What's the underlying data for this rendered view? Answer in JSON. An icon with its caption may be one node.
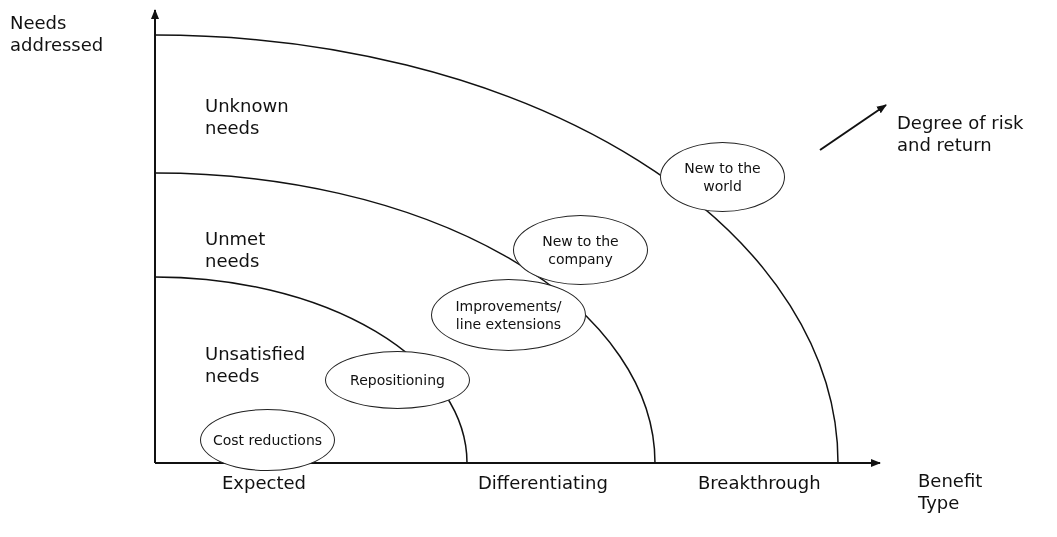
{
  "diagram": {
    "nodes": [
      {
        "text": [
          "Cost reductions"
        ]
      },
      {
        "text": [
          "Repositioning"
        ]
      },
      {
        "text": [
          "Improvements/ line extensions"
        ]
      },
      {
        "text": [
          "New to the company"
        ]
      },
      {
        "text": [
          "New to the world"
        ]
      }
    ],
    "edges": [],
    "labels": [
      "Needs addressed",
      "Unknown needs",
      "Degree of risk and return",
      "Unmet needs",
      "Unsatisfied needs",
      "Expected",
      "Differentiating",
      "Breakthrough",
      "Benefit Type"
    ]
  }
}
